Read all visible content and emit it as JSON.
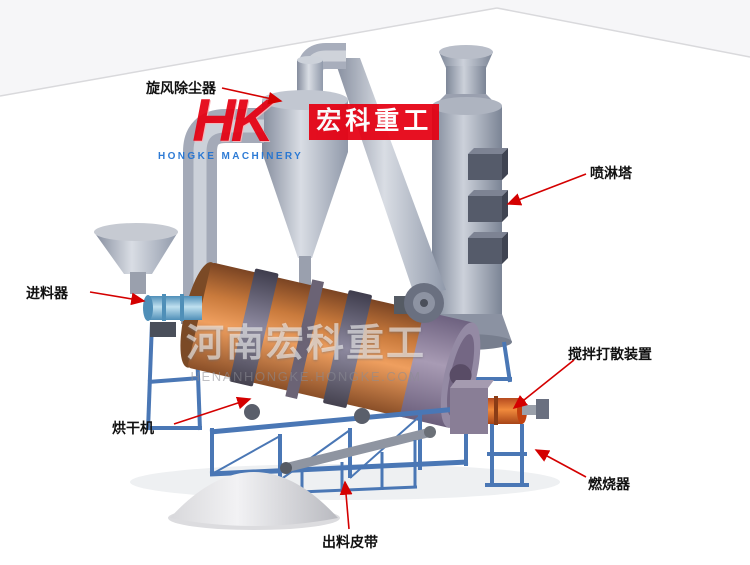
{
  "logo": {
    "monogram": "HK",
    "name": "宏科重工",
    "subtitle": "HONGKE MACHINERY"
  },
  "watermark": {
    "line1": "河南宏科重工",
    "line2": "HENANHONGKE.HONGKE.COM"
  },
  "labels": {
    "cyclone": "旋风除尘器",
    "spray_tower": "喷淋塔",
    "feeder": "进料器",
    "dryer": "烘干机",
    "mixer": "搅拌打散装置",
    "burner": "燃烧器",
    "discharge_belt": "出料皮带"
  },
  "colors": {
    "arrow_red": "#d40000",
    "logo_red": "#e60012",
    "logo_blue": "#1f72d2",
    "drum_orange": "#c97a3c",
    "frame_blue": "#4a77b5",
    "machine_gray": "#a4aab8"
  }
}
